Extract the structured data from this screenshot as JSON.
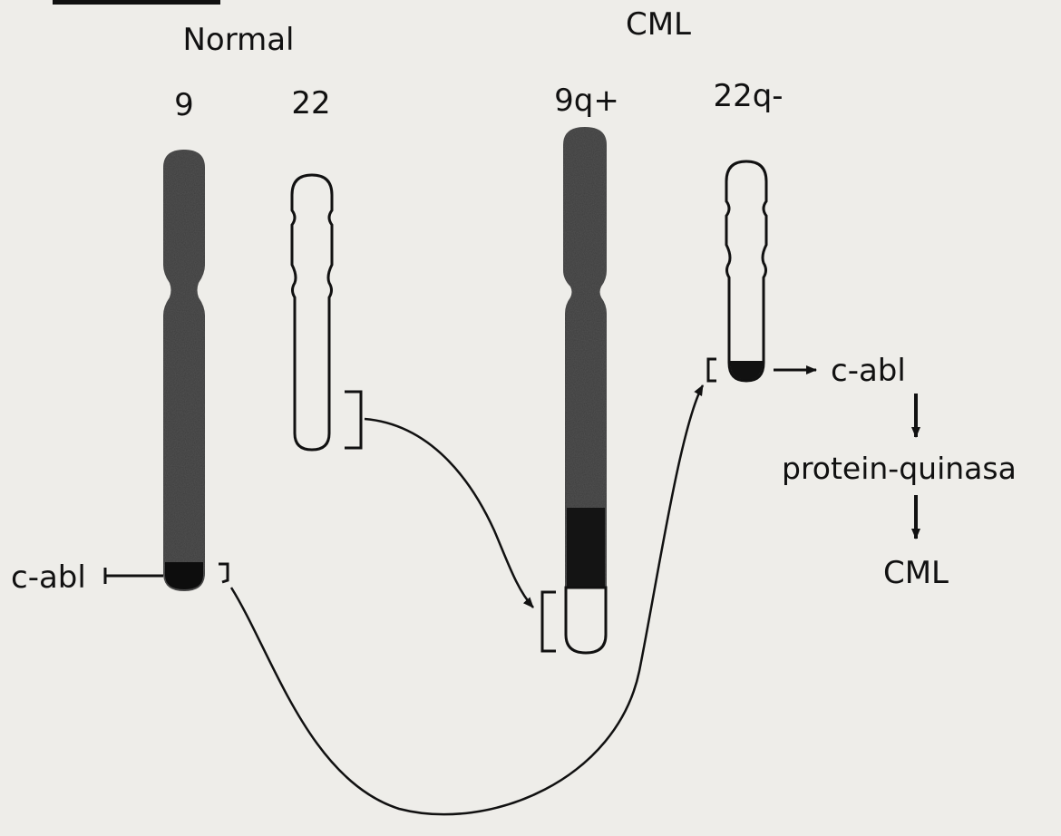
{
  "groups": {
    "normal": "Normal",
    "cml": "CML"
  },
  "chromosomes": {
    "chr9": "9",
    "chr22": "22",
    "chr9q_plus": "9q+",
    "chr22q_minus": "22q-"
  },
  "labels": {
    "c_abl_left": "c-abl",
    "c_abl_right": "c-abl",
    "protein_kinase": "protein-quinasa",
    "outcome": "CML"
  },
  "colors": {
    "background": "#eeede9",
    "ink": "#111111",
    "chromatin_dark": "#3b3b3b"
  }
}
